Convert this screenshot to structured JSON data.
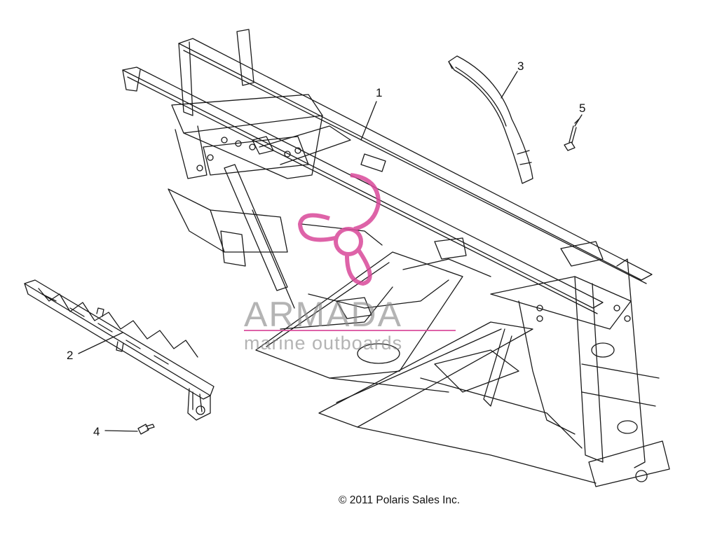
{
  "callouts": {
    "c1": "1",
    "c2": "2",
    "c3": "3",
    "c4": "4",
    "c5": "5"
  },
  "watermark": {
    "brand": "ARMADA",
    "tagline": "marine outboards",
    "color": "#d9489a",
    "text_color": "#8a8a8a"
  },
  "copyright": "© 2011 Polaris Sales Inc.",
  "colors": {
    "line": "#1a1a1a",
    "background": "#ffffff"
  }
}
